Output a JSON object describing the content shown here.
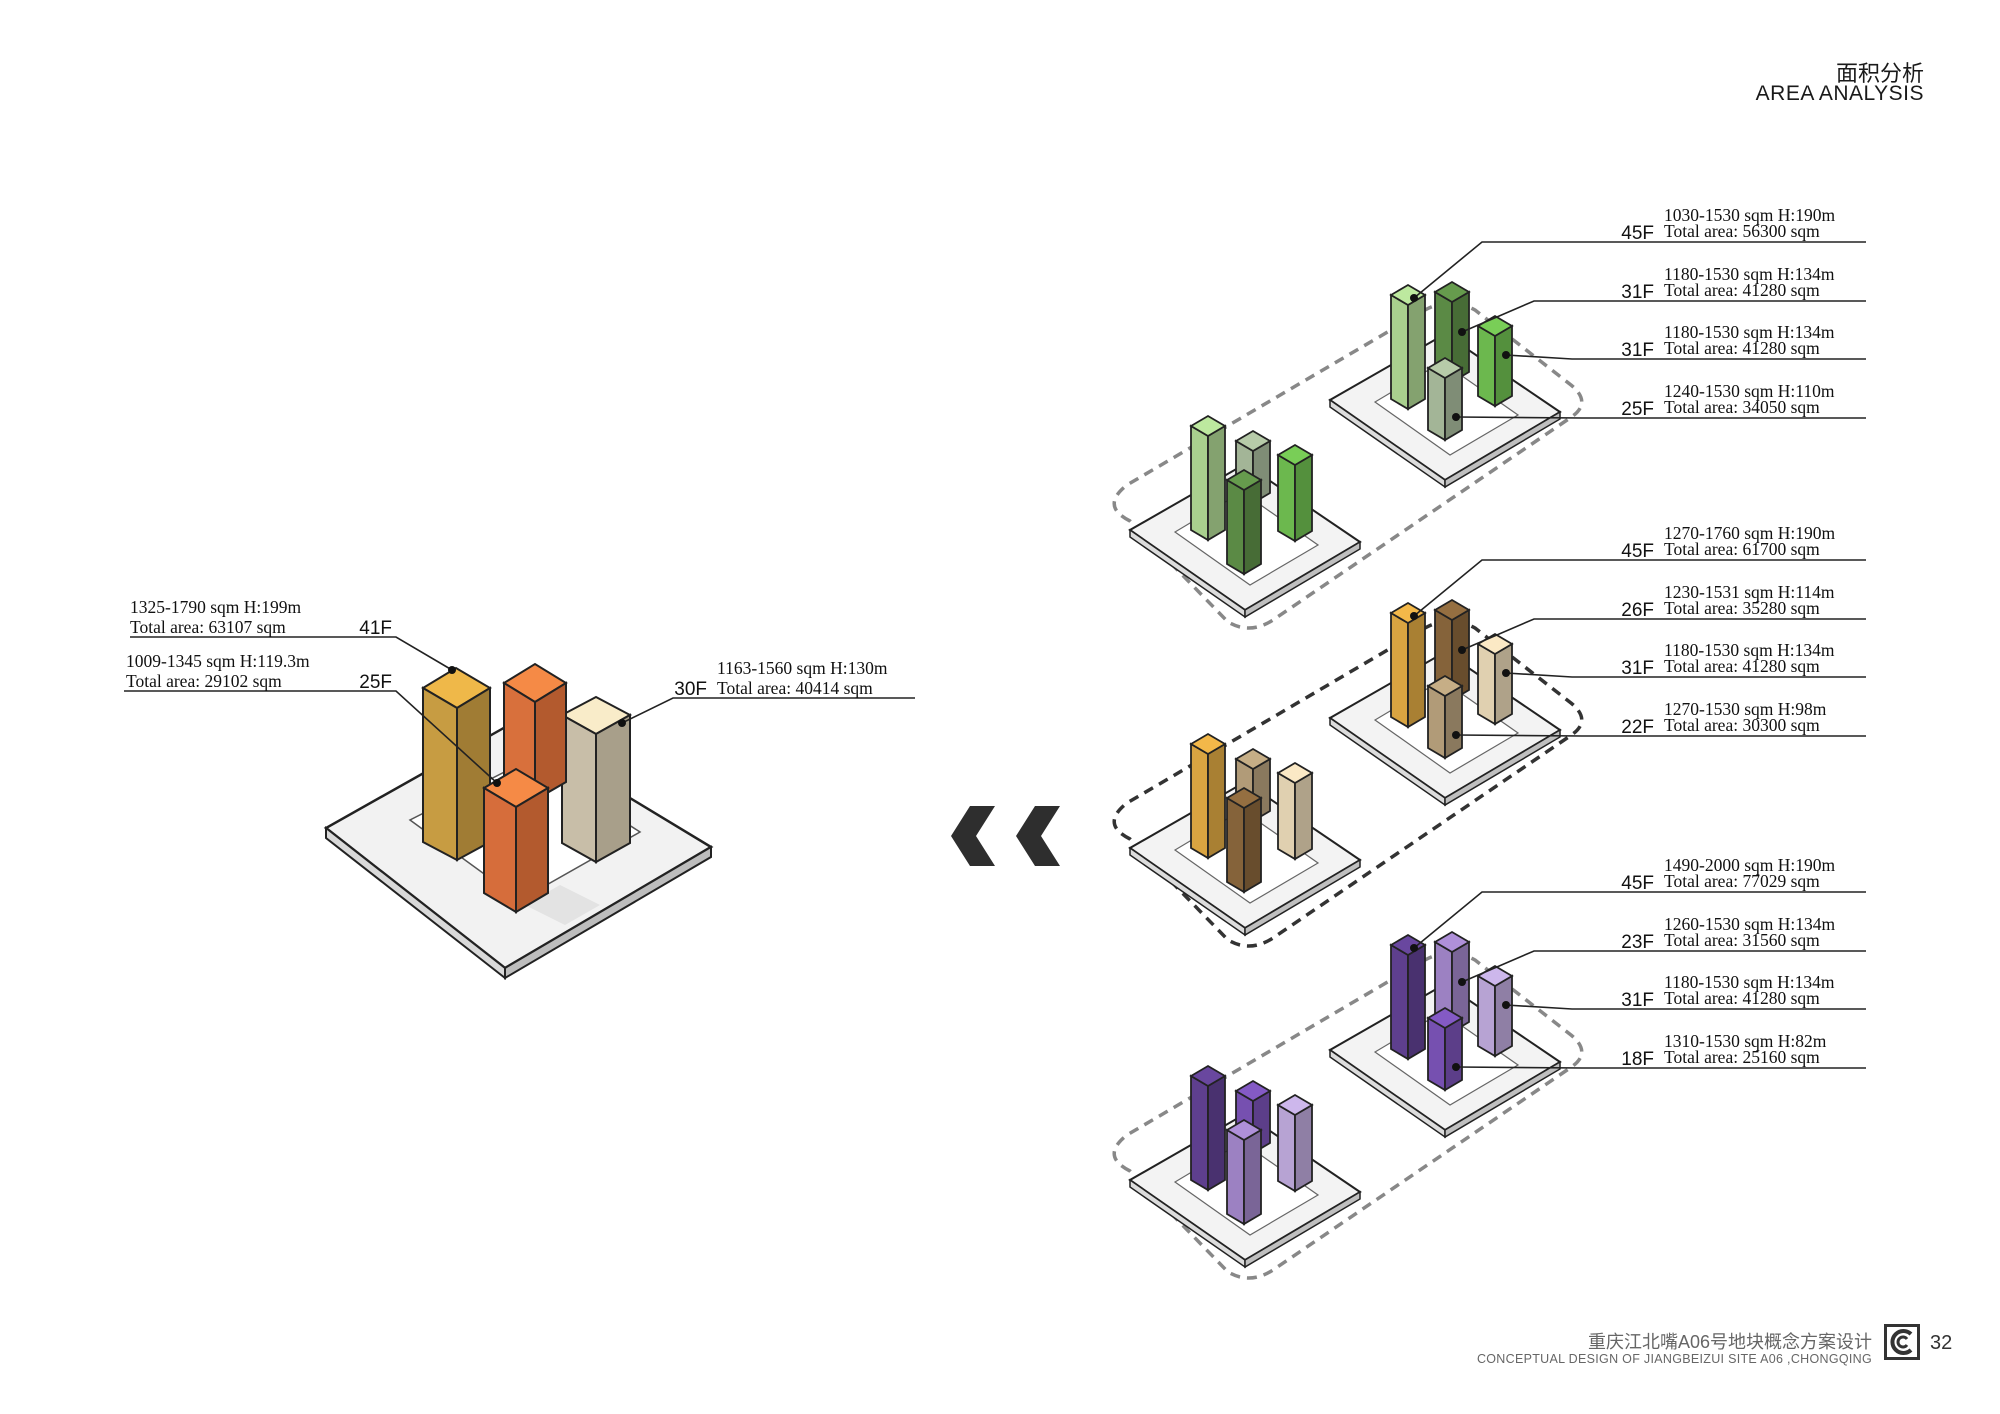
{
  "header": {
    "title_cn": "面积分析",
    "title_en": "AREA ANALYSIS"
  },
  "combined": {
    "labels": [
      {
        "floors": "41F",
        "line1": "1325-1790 sqm H:199m",
        "line2": "Total area: 63107 sqm"
      },
      {
        "floors": "25F",
        "line1": "1009-1345 sqm H:119.3m",
        "line2": "Total area: 29102 sqm"
      },
      {
        "floors": "30F",
        "line1": "1163-1560 sqm H:130m",
        "line2": "Total area: 40414 sqm"
      }
    ]
  },
  "groups": [
    {
      "name": "green",
      "colors": {
        "c1": "#a9d08e",
        "c2": "#5b8a45",
        "c3": "#6cb84e",
        "c4": "#a3b597"
      },
      "labels": [
        {
          "floors": "45F",
          "line1": "1030-1530 sqm H:190m",
          "line2": "Total area: 56300 sqm"
        },
        {
          "floors": "31F",
          "line1": "1180-1530 sqm H:134m",
          "line2": "Total area: 41280 sqm"
        },
        {
          "floors": "31F",
          "line1": "1180-1530 sqm H:134m",
          "line2": "Total area: 41280 sqm"
        },
        {
          "floors": "25F",
          "line1": "1240-1530 sqm H:110m",
          "line2": "Total area: 34050 sqm"
        }
      ]
    },
    {
      "name": "brown",
      "colors": {
        "c1": "#d9a441",
        "c2": "#85633a",
        "c3": "#e0d0b0",
        "c4": "#b19b78"
      },
      "labels": [
        {
          "floors": "45F",
          "line1": "1270-1760 sqm H:190m",
          "line2": "Total area: 61700 sqm"
        },
        {
          "floors": "26F",
          "line1": "1230-1531 sqm H:114m",
          "line2": "Total area: 35280 sqm"
        },
        {
          "floors": "31F",
          "line1": "1180-1530 sqm H:134m",
          "line2": "Total area: 41280 sqm"
        },
        {
          "floors": "22F",
          "line1": "1270-1530 sqm H:98m",
          "line2": "Total area: 30300 sqm"
        }
      ]
    },
    {
      "name": "purple",
      "colors": {
        "c1": "#5e3f8e",
        "c2": "#9c81c2",
        "c3": "#b7a3d3",
        "c4": "#7650b0"
      },
      "labels": [
        {
          "floors": "45F",
          "line1": "1490-2000 sqm H:190m",
          "line2": "Total area: 77029 sqm"
        },
        {
          "floors": "23F",
          "line1": "1260-1530 sqm H:134m",
          "line2": "Total area: 31560 sqm"
        },
        {
          "floors": "31F",
          "line1": "1180-1530 sqm H:134m",
          "line2": "Total area: 41280 sqm"
        },
        {
          "floors": "18F",
          "line1": "1310-1530 sqm H:82m",
          "line2": "Total area: 25160 sqm"
        }
      ]
    }
  ],
  "footer": {
    "cn": "重庆江北嘴A06号地块概念方案设计",
    "en": "CONCEPTUAL DESIGN OF JIANGBEIZUI SITE A06 ,CHONGQING",
    "page": "32"
  }
}
